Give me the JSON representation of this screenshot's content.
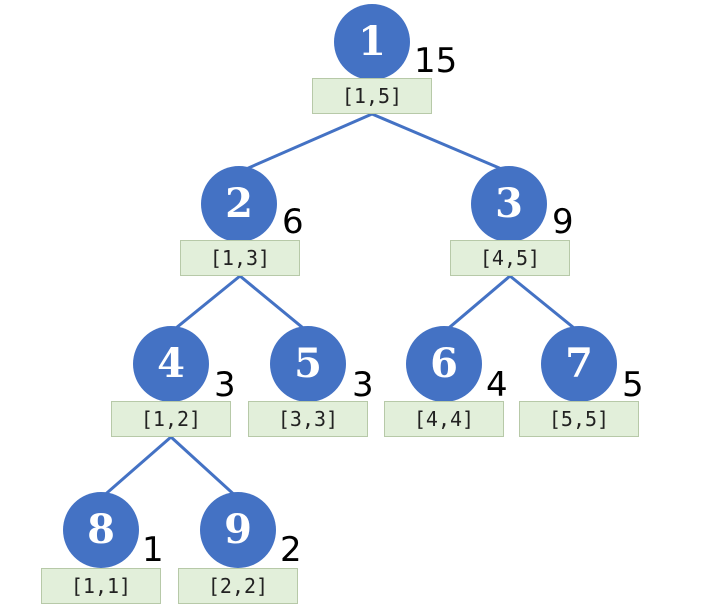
{
  "colors": {
    "node_fill": "#4472c4",
    "node_text": "#ffffff",
    "edge": "#4472c4",
    "range_fill": "#e2efda",
    "range_border": "#b7c9a8",
    "value_text": "#000000"
  },
  "tree": {
    "nodes": [
      {
        "id": "1",
        "label": "1",
        "value": "15",
        "range": "[1,5]"
      },
      {
        "id": "2",
        "label": "2",
        "value": "6",
        "range": "[1,3]"
      },
      {
        "id": "3",
        "label": "3",
        "value": "9",
        "range": "[4,5]"
      },
      {
        "id": "4",
        "label": "4",
        "value": "3",
        "range": "[1,2]"
      },
      {
        "id": "5",
        "label": "5",
        "value": "3",
        "range": "[3,3]"
      },
      {
        "id": "6",
        "label": "6",
        "value": "4",
        "range": "[4,4]"
      },
      {
        "id": "7",
        "label": "7",
        "value": "5",
        "range": "[5,5]"
      },
      {
        "id": "8",
        "label": "8",
        "value": "1",
        "range": "[1,1]"
      },
      {
        "id": "9",
        "label": "9",
        "value": "2",
        "range": "[2,2]"
      }
    ],
    "edges": [
      {
        "from": "1",
        "to": "2"
      },
      {
        "from": "1",
        "to": "3"
      },
      {
        "from": "2",
        "to": "4"
      },
      {
        "from": "2",
        "to": "5"
      },
      {
        "from": "3",
        "to": "6"
      },
      {
        "from": "3",
        "to": "7"
      },
      {
        "from": "4",
        "to": "8"
      },
      {
        "from": "4",
        "to": "9"
      }
    ]
  }
}
